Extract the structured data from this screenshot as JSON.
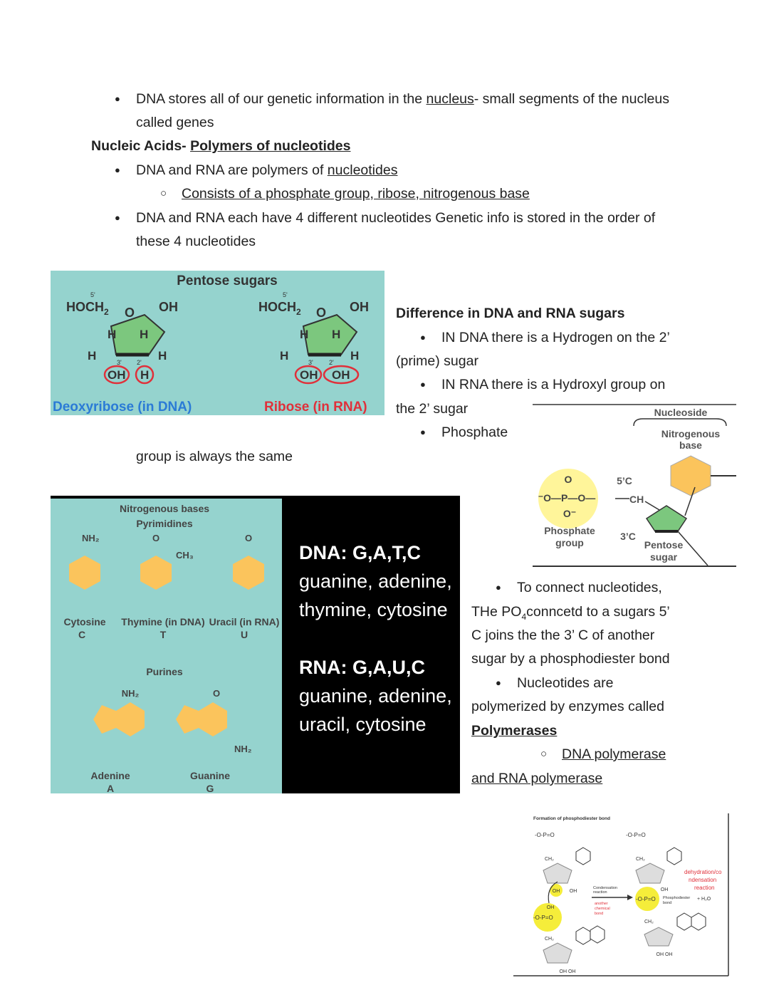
{
  "notes": {
    "b1_pre": "DNA stores all of our genetic information in the ",
    "b1_link": "nucleus",
    "b1_post": "- small segments of the nucleus",
    "b1_line2": "called genes",
    "heading_pre": "Nucleic Acids- ",
    "heading_u": "Polymers of nucleotides",
    "b2_pre": "DNA and RNA are polymers of ",
    "b2_u": "nucleotides",
    "sub1": "Consists of a phosphate group, ribose, nitrogenous base",
    "b3_line1": "DNA and RNA each have 4 different nucleotides Genetic info is stored in the order of",
    "b3_line2": "these 4 nucleotides"
  },
  "sugars_note": {
    "heading": "Difference in DNA and RNA sugars",
    "b1_line1": "IN DNA there is a Hydrogen on the 2’",
    "b1_line2": "(prime) sugar",
    "b2_line1": "IN RNA there is a Hydroxyl group on",
    "b2_line2": "the 2’ sugar",
    "b3_line1": "Phosphate",
    "b3_line2": "group is always the same"
  },
  "pentose_figure": {
    "title": "Pentose sugars",
    "left_caption": "Deoxyribose (in DNA)",
    "right_caption": "Ribose (in RNA)",
    "hoch2": "HOCH",
    "sub2": "2",
    "o": "O",
    "oh": "OH",
    "h": "H",
    "p5": "5'",
    "p3": "3'",
    "p2": "2'",
    "caption_colors": {
      "dna": "#2b7bd6",
      "rna": "#e0303a"
    },
    "bg": "#95d3ce"
  },
  "nucleoside_figure": {
    "nucleoside": "Nucleoside",
    "nitrogenous_base": "Nitrogenous",
    "base": "base",
    "phosphate": "Phosphate",
    "group": "group",
    "c5": "5’C",
    "c3": "3’C",
    "ch2": "CH",
    "pentose": "Pentose",
    "sugar": "sugar",
    "phosphate_formula_o": "O",
    "phosphate_formula_line": "⁻O—P—O—",
    "phosphate_formula_minus": "O⁻"
  },
  "bases_figure": {
    "title": "Nitrogenous bases",
    "pyrimidines": "Pyrimidines",
    "purines": "Purines",
    "cytosine": "Cytosine",
    "cytosine_letter": "C",
    "thymine": "Thymine (in DNA)",
    "thymine_letter": "T",
    "uracil": "Uracil (in RNA)",
    "uracil_letter": "U",
    "adenine": "Adenine",
    "adenine_letter": "A",
    "guanine": "Guanine",
    "guanine_letter": "G",
    "nh2": "NH₂",
    "ch3": "CH₃",
    "bg": "#95d3ce",
    "ring_color": "#fbc45c"
  },
  "bases_panel": {
    "dna_head": "DNA: G,A,T,C",
    "dna_l1": "guanine, adenine,",
    "dna_l2": "thymine, cytosine",
    "rna_head": "RNA: G,A,U,C",
    "rna_l1": "guanine, adenine,",
    "rna_l2": "uracil, cytosine"
  },
  "connect_note": {
    "b1_line1": "To connect nucleotides,",
    "line2_pre": "THe PO",
    "line2_sub": "4",
    "line2_post": "conncetd to a sugars 5’",
    "line3": "C joins the the 3’ C of another",
    "line4": "sugar by a phosphodiester bond",
    "b2_line1": "Nucleotides are",
    "line6": "polymerized by enzymes called",
    "polymerases": "Polymerases",
    "sub_line1": "DNA polymerase",
    "sub_line2": "and RNA polymerase"
  },
  "phosphodiester_figure": {
    "title": "Formation of phosphodiester bond",
    "condensation": "Condensation",
    "reaction": "reaction",
    "another": "another",
    "chemical": "chemical",
    "bond": "bond",
    "dehydration_l1": "dehydration/co",
    "dehydration_l2": "ndensation",
    "dehydration_l3": "reaction",
    "phosphodiester": "Phosphodiester",
    "bond2": "bond",
    "water": "+ H₂O",
    "oh": "OH",
    "oh_oh": "OH OH",
    "ch2": "CH₂",
    "p_line": "-O-P=O",
    "red": "#e0303a"
  }
}
